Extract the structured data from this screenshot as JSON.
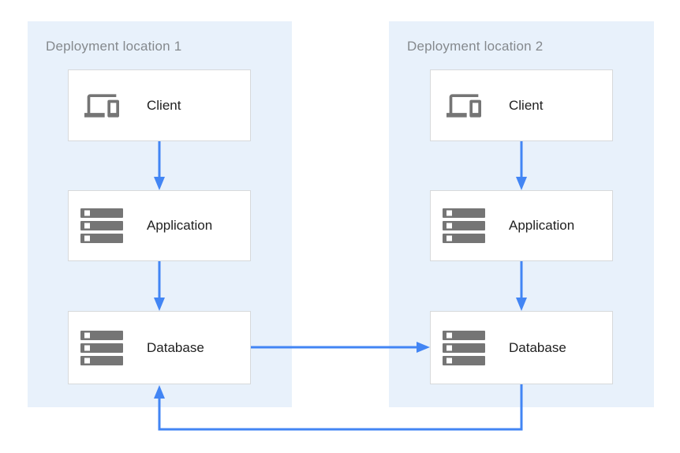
{
  "diagram": {
    "panels": [
      {
        "title": "Deployment location 1",
        "nodes": [
          {
            "label": "Client",
            "icon": "devices-icon"
          },
          {
            "label": "Application",
            "icon": "server-stack-icon"
          },
          {
            "label": "Database",
            "icon": "server-stack-icon"
          }
        ]
      },
      {
        "title": "Deployment location 2",
        "nodes": [
          {
            "label": "Client",
            "icon": "devices-icon"
          },
          {
            "label": "Application",
            "icon": "server-stack-icon"
          },
          {
            "label": "Database",
            "icon": "server-stack-icon"
          }
        ]
      }
    ],
    "connections": [
      {
        "from": "location1-client",
        "to": "location1-application",
        "style": "straight-down"
      },
      {
        "from": "location1-application",
        "to": "location1-database",
        "style": "straight-down"
      },
      {
        "from": "location2-client",
        "to": "location2-application",
        "style": "straight-down"
      },
      {
        "from": "location2-application",
        "to": "location2-database",
        "style": "straight-down"
      },
      {
        "from": "location1-database",
        "to": "location2-database",
        "style": "straight-right"
      },
      {
        "from": "location2-database",
        "to": "location1-database",
        "style": "bottom-return-loop"
      }
    ],
    "colors": {
      "panel_bg": "#e8f1fb",
      "arrow": "#4285f4",
      "icon_gray": "#757575",
      "box_border": "#d7d9db",
      "box_bg": "#ffffff",
      "title_text": "#85898d",
      "label_text": "#212121",
      "canvas_bg": "#ffffff"
    }
  }
}
